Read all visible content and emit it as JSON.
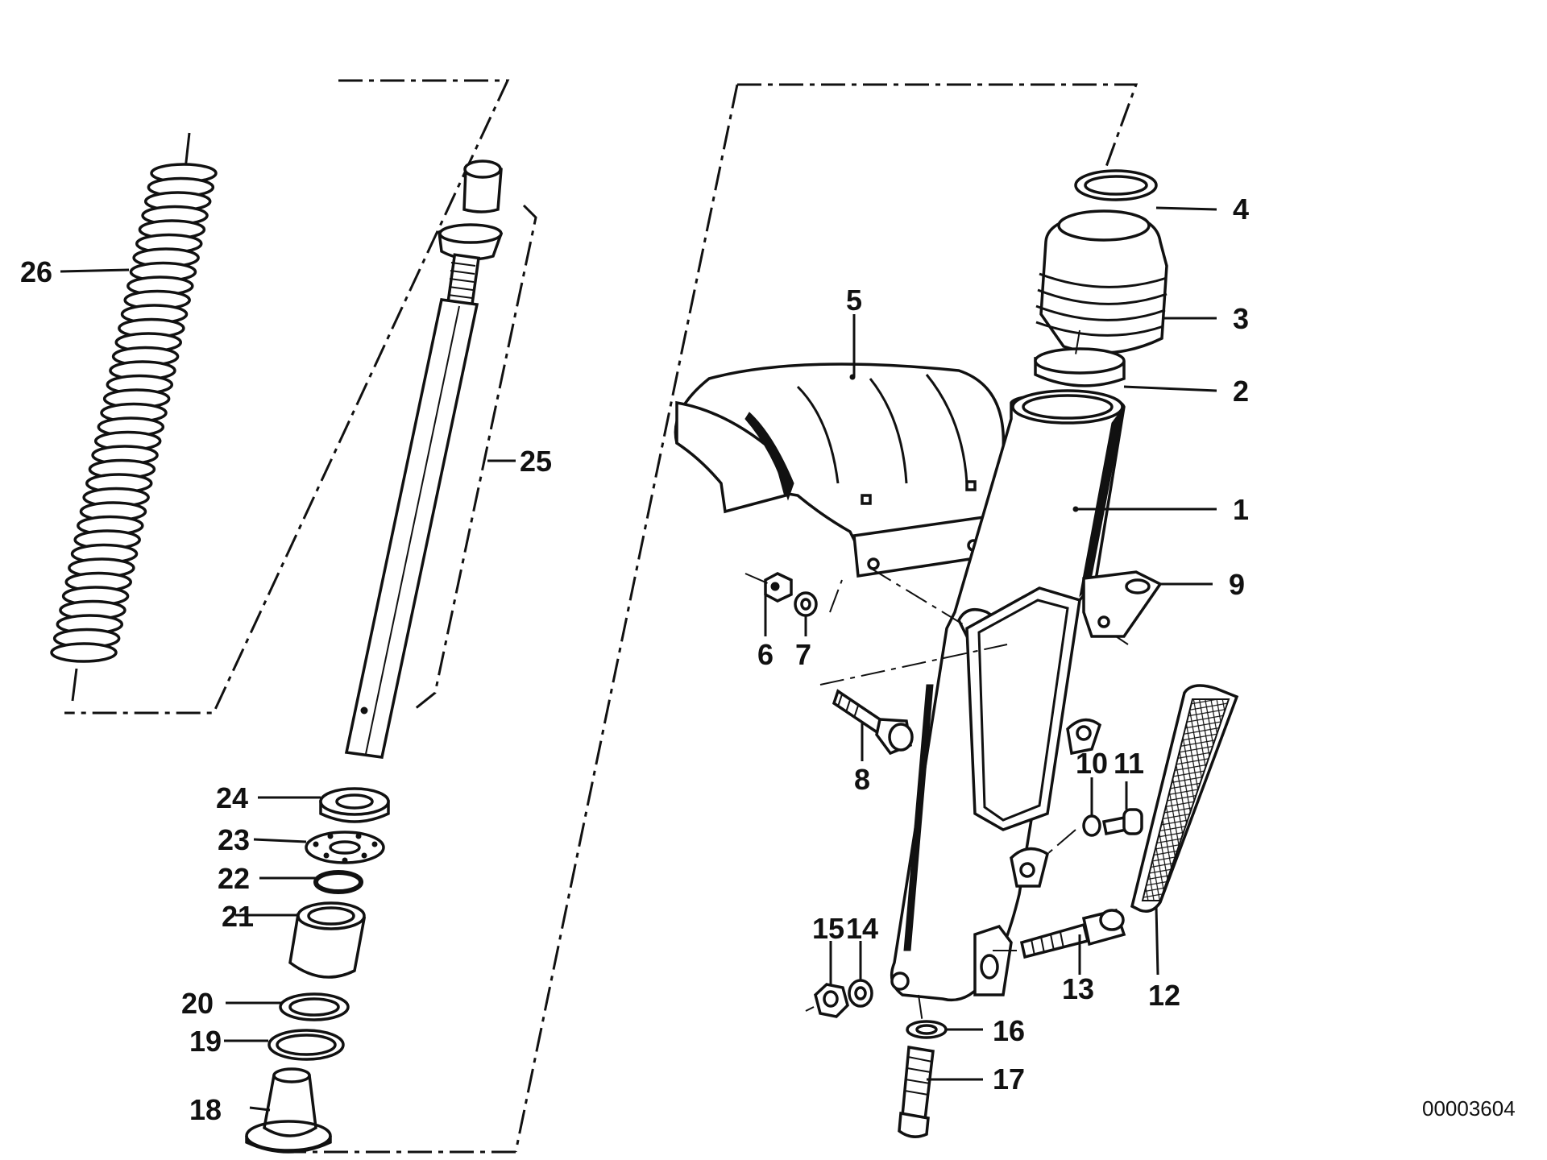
{
  "diagram": {
    "reference_number": "00003604",
    "parts": [
      {
        "id": "label-1",
        "text": "1"
      },
      {
        "id": "label-2",
        "text": "2"
      },
      {
        "id": "label-3",
        "text": "3"
      },
      {
        "id": "label-4",
        "text": "4"
      },
      {
        "id": "label-5",
        "text": "5"
      },
      {
        "id": "label-6",
        "text": "6"
      },
      {
        "id": "label-7",
        "text": "7"
      },
      {
        "id": "label-8",
        "text": "8"
      },
      {
        "id": "label-9",
        "text": "9"
      },
      {
        "id": "label-10",
        "text": "10"
      },
      {
        "id": "label-11",
        "text": "11"
      },
      {
        "id": "label-12",
        "text": "12"
      },
      {
        "id": "label-13",
        "text": "13"
      },
      {
        "id": "label-14",
        "text": "14"
      },
      {
        "id": "label-15",
        "text": "15"
      },
      {
        "id": "label-16",
        "text": "16"
      },
      {
        "id": "label-17",
        "text": "17"
      },
      {
        "id": "label-18",
        "text": "18"
      },
      {
        "id": "label-19",
        "text": "19"
      },
      {
        "id": "label-20",
        "text": "20"
      },
      {
        "id": "label-21",
        "text": "21"
      },
      {
        "id": "label-22",
        "text": "22"
      },
      {
        "id": "label-23",
        "text": "23"
      },
      {
        "id": "label-24",
        "text": "24"
      },
      {
        "id": "label-25",
        "text": "25"
      },
      {
        "id": "label-26",
        "text": "26"
      }
    ]
  }
}
